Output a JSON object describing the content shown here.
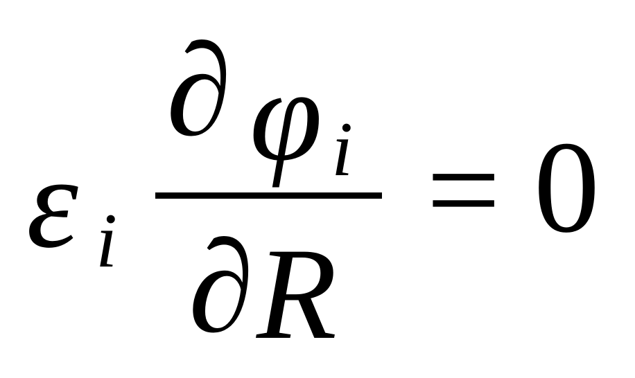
{
  "equation": {
    "coefficient": "ε",
    "coefficient_subscript": "i",
    "numerator_operator": "∂",
    "numerator_symbol": "φ",
    "numerator_subscript": "i",
    "denominator_operator": "∂",
    "denominator_symbol": "R",
    "relation": "=",
    "rhs": "0"
  }
}
